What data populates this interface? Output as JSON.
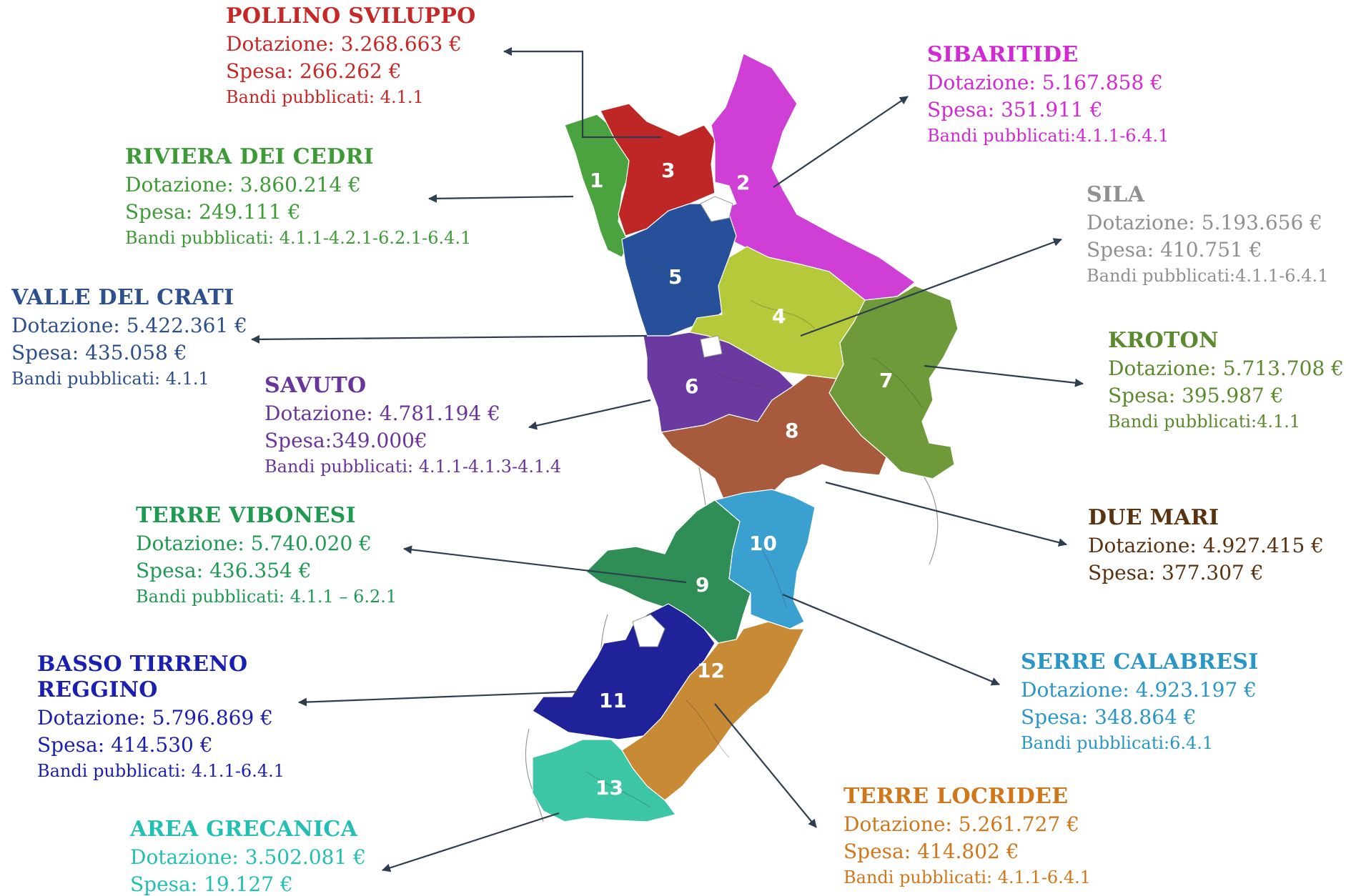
{
  "areas": [
    {
      "id": "pollino",
      "number": "1",
      "map_number": "3",
      "name": "POLLINO SVILUPPO",
      "dotazione": "Dotazione: 3.268.663 €",
      "spesa": "Spesa: 266.262 €",
      "bandi": "Bandi pubblicati: 4.1.1",
      "color": "#c62828"
    },
    {
      "id": "sibaritide",
      "map_number": "2",
      "name": "SIBARITIDE",
      "dotazione": "Dotazione: 5.167.858 €",
      "spesa": "Spesa: 351.911 €",
      "bandi": "Bandi pubblicati:4.1.1-6.4.1",
      "color": "#d229d4"
    },
    {
      "id": "riviera",
      "map_number": "1",
      "name": "RIVIERA DEI CEDRI",
      "dotazione": "Dotazione: 3.860.214 €",
      "spesa": "Spesa: 249.111 €",
      "bandi": "Bandi pubblicati: 4.1.1-4.2.1-6.2.1-6.4.1",
      "color": "#3d9b36"
    },
    {
      "id": "sila",
      "map_number": "4",
      "name": "SILA",
      "dotazione": "Dotazione: 5.193.656 €",
      "spesa": "Spesa: 410.751 €",
      "bandi": "Bandi pubblicati:4.1.1-6.4.1",
      "color": "#909090"
    },
    {
      "id": "valle",
      "map_number": "5",
      "name": "VALLE DEL CRATI",
      "dotazione": "Dotazione: 5.422.361 €",
      "spesa": "Spesa: 435.058 €",
      "bandi": "Bandi pubblicati: 4.1.1",
      "color": "#2d4f8e"
    },
    {
      "id": "kroton",
      "map_number": "7",
      "name": "KROTON",
      "dotazione": "Dotazione: 5.713.708 €",
      "spesa": "Spesa: 395.987 €",
      "bandi": "Bandi pubblicati:4.1.1",
      "color": "#5b8a2e"
    },
    {
      "id": "savuto",
      "map_number": "6",
      "name": "SAVUTO",
      "dotazione": "Dotazione: 4.781.194 €",
      "spesa": "Spesa:349.000€",
      "bandi": "Bandi pubblicati: 4.1.1-4.1.3-4.1.4",
      "color": "#6a359b"
    },
    {
      "id": "duemari",
      "map_number": "8",
      "name": "DUE MARI",
      "dotazione": "Dotazione: 4.927.415 €",
      "spesa": "Spesa: 377.307 €",
      "bandi": "",
      "color": "#5a3210"
    },
    {
      "id": "vibonesi",
      "map_number": "9",
      "name": "TERRE VIBONESI",
      "dotazione": "Dotazione: 5.740.020 €",
      "spesa": "Spesa: 436.354 €",
      "bandi": "Bandi pubblicati: 4.1.1 – 6.2.1",
      "color": "#1f9a52"
    },
    {
      "id": "serre",
      "map_number": "10",
      "name": "SERRE CALABRESI",
      "dotazione": "Dotazione: 4.923.197 €",
      "spesa": "Spesa: 348.864 €",
      "bandi": "Bandi pubblicati:6.4.1",
      "color": "#2a96c8"
    },
    {
      "id": "basso",
      "map_number": "11",
      "name": "BASSO TIRRENO REGGINO",
      "name_line1": "BASSO TIRRENO",
      "name_line2": "REGGINO",
      "dotazione": "Dotazione: 5.796.869 €",
      "spesa": "Spesa: 414.530 €",
      "bandi": "Bandi pubblicati: 4.1.1-6.4.1",
      "color": "#1a1fb0"
    },
    {
      "id": "locridee",
      "map_number": "12",
      "name": "TERRE LOCRIDEE",
      "dotazione": "Dotazione: 5.261.727 €",
      "spesa": "Spesa: 414.802 €",
      "bandi": "Bandi pubblicati: 4.1.1-6.4.1",
      "color": "#d2761a"
    },
    {
      "id": "grecanica",
      "map_number": "13",
      "name": "AREA GRECANICA",
      "dotazione": "Dotazione: 3.502.081 €",
      "spesa": "Spesa: 19.127 €",
      "bandi": "",
      "color": "#22bfb4"
    }
  ],
  "region_colors": {
    "pollino": "#bf2626",
    "sibaritide": "#cf3fd6",
    "riviera": "#4aa33e",
    "sila": "#b5c93a",
    "valle": "#26519a",
    "kroton": "#6f9a3a",
    "savuto": "#6b3aa0",
    "duemari": "#a85a3c",
    "vibonesi": "#2e8e55",
    "serre": "#3aa0cf",
    "basso": "#1f2299",
    "locridee": "#c98a35",
    "grecanica": "#3cc6a6"
  }
}
